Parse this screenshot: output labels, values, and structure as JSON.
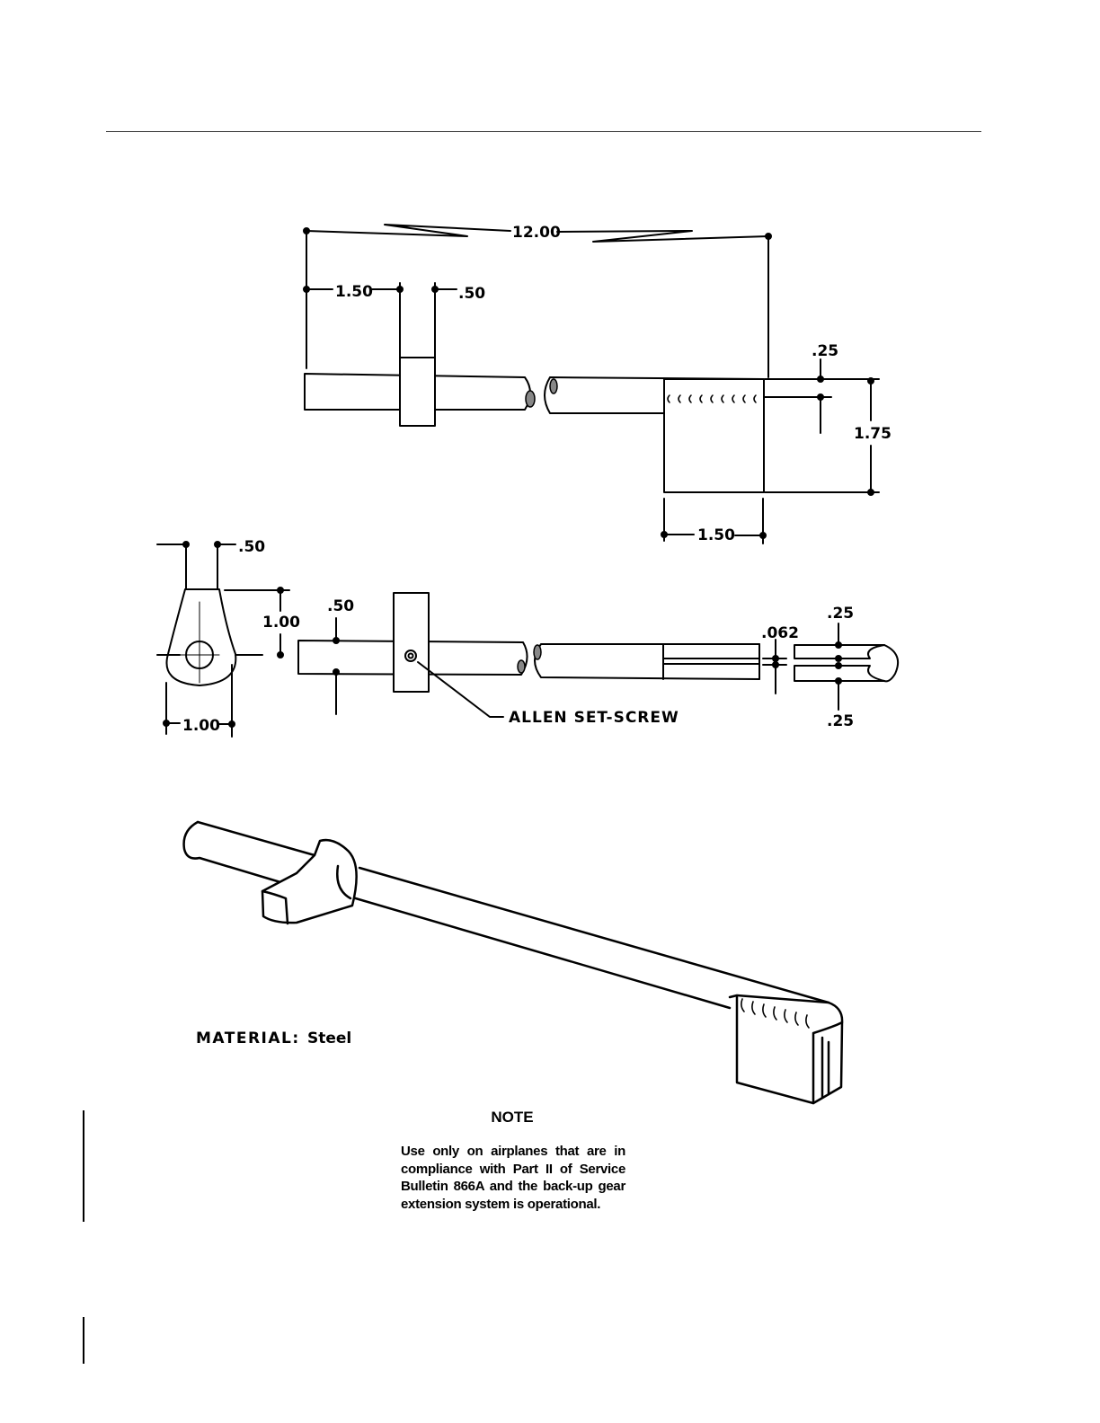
{
  "top_view": {
    "overall_length": "12.00",
    "collar_offset": "1.50",
    "collar_width": ".50",
    "slot_depth": ".25",
    "head_height": "1.75",
    "head_width": "1.50"
  },
  "collar_view": {
    "collar_thickness": ".50",
    "collar_height": "1.00",
    "collar_width": "1.00"
  },
  "side_view": {
    "rod_diameter": ".50",
    "slot_gap": ".062",
    "slot_top": ".25",
    "slot_bottom": ".25",
    "setscrew_label": "ALLEN SET-SCREW"
  },
  "material": {
    "label": "MATERIAL:",
    "value": "Steel"
  },
  "note": {
    "title": "NOTE",
    "body": "Use only on airplanes that are in compliance with Part II of Service Bulletin 866A and the back-up gear extension system is operational."
  }
}
